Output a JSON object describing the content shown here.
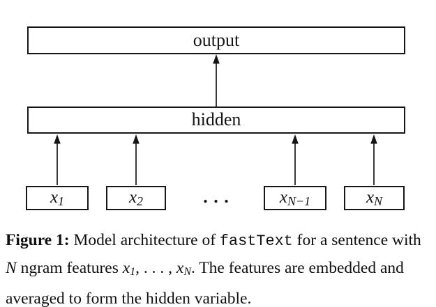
{
  "figure": {
    "output_label": "output",
    "hidden_label": "hidden",
    "inputs": [
      {
        "base": "x",
        "sub": "1"
      },
      {
        "base": "x",
        "sub": "2"
      },
      {
        "base": "x",
        "sub": "N−1"
      },
      {
        "base": "x",
        "sub": "N"
      }
    ],
    "ellipsis": ". . .",
    "colors": {
      "line": "#161616",
      "background": "#ffffff"
    }
  },
  "caption": {
    "figure_label": "Figure 1:",
    "line1_a": " Model architecture of ",
    "fasttext": "fastText",
    "line1_b": " for a sentence with",
    "n_var": "N",
    "line2_a": " ngram features ",
    "x1_base": "x",
    "x1_sub": "1",
    "dots": ", . . . , ",
    "xn_base": "x",
    "xn_sub": "N",
    "line2_b": ". The features are embedded and",
    "line3": "averaged to form the hidden variable."
  }
}
